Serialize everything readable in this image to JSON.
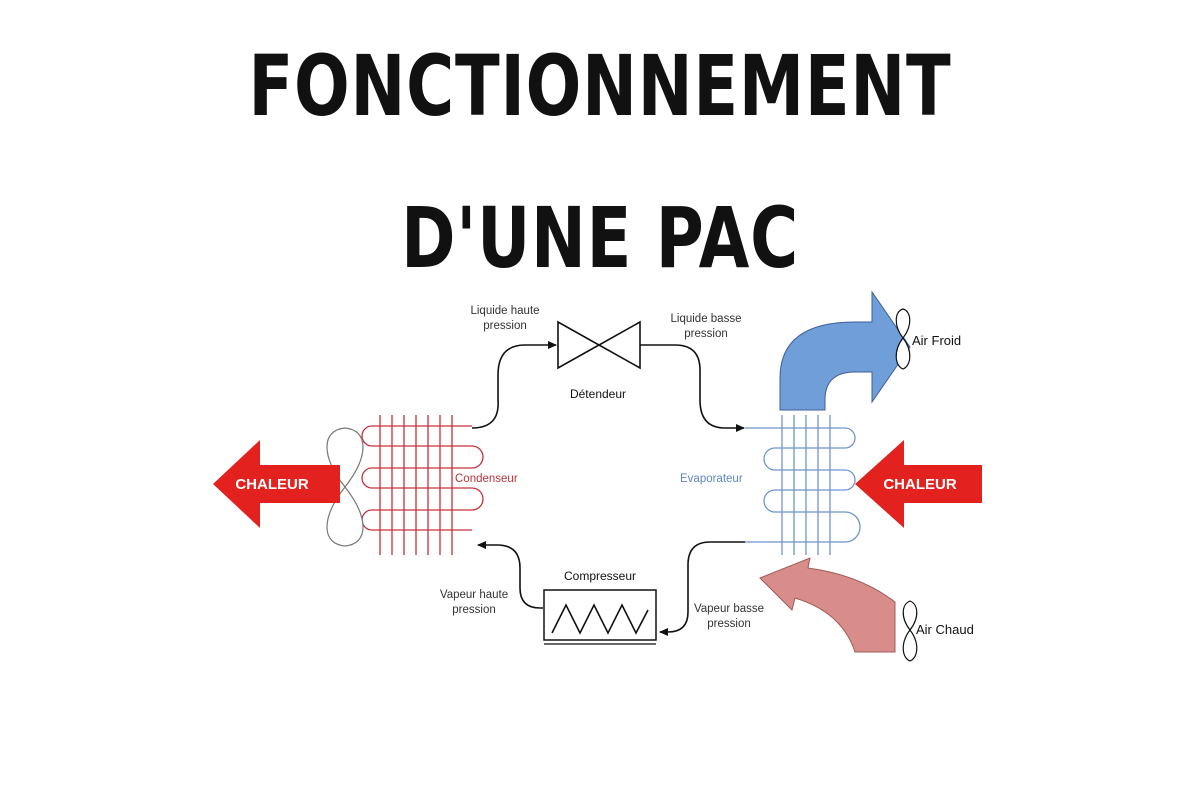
{
  "title": {
    "line1": "FONCTIONNEMENT",
    "line2": "D'UNE PAC"
  },
  "diagram": {
    "labels": {
      "liquide_haute_1": "Liquide haute",
      "liquide_haute_2": "pression",
      "detendeur": "Détendeur",
      "liquide_basse_1": "Liquide basse",
      "liquide_basse_2": "pression",
      "condenseur": "Condenseur",
      "evaporateur": "Evaporateur",
      "compresseur": "Compresseur",
      "vapeur_haute_1": "Vapeur haute",
      "vapeur_haute_2": "pression",
      "vapeur_basse_1": "Vapeur basse",
      "vapeur_basse_2": "pression",
      "chaleur_left": "CHALEUR",
      "chaleur_right": "CHALEUR",
      "air_froid": "Air Froid",
      "air_chaud": "Air Chaud"
    },
    "colors": {
      "heat_arrow": "#e3221f",
      "condenser_coil": "#c8303a",
      "evaporator_coil": "#6f93cf",
      "cold_air": "#6f9ed8",
      "warm_air": "#d98d8a",
      "condenser_label": "#b8333b",
      "evaporator_label": "#5f86c6"
    }
  }
}
